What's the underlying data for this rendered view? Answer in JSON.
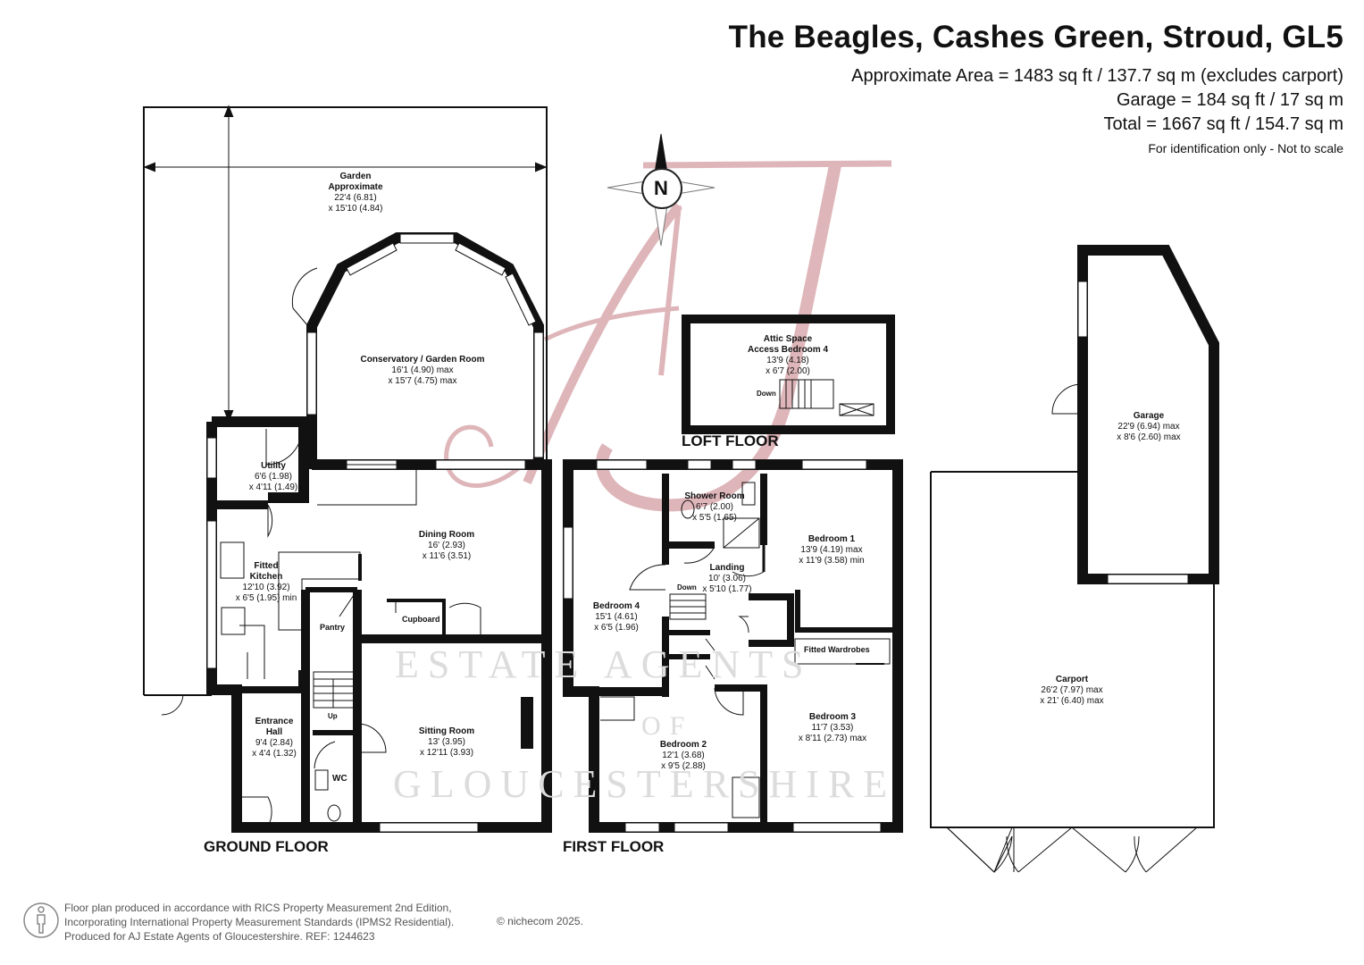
{
  "header": {
    "title": "The Beagles, Cashes Green, Stroud, GL5",
    "area_line": "Approximate Area = 1483 sq ft / 137.7 sq m (excludes carport)",
    "garage_line": "Garage = 184 sq ft / 17 sq m",
    "total_line": "Total = 1667 sq ft / 154.7 sq m",
    "note": "For identification only - Not to scale"
  },
  "compass": {
    "label": "N"
  },
  "watermark": {
    "line1": "ESTATE AGENTS",
    "line2": "OF",
    "line3": "GLOUCESTERSHIRE"
  },
  "colors": {
    "wall": "#0d0d0d",
    "watermark_logo": "#d9a9ad",
    "watermark_text": "#dcdcdc",
    "footer_text": "#555555"
  },
  "floors": {
    "ground": "GROUND FLOOR",
    "first": "FIRST FLOOR",
    "loft": "LOFT FLOOR"
  },
  "rooms": {
    "garden": {
      "name": "Garden",
      "line2": "Approximate",
      "dim1": "22'4 (6.81)",
      "dim2": "x 15'10 (4.84)"
    },
    "conservatory": {
      "name": "Conservatory / Garden Room",
      "dim1": "16'1 (4.90) max",
      "dim2": "x 15'7 (4.75) max"
    },
    "utility": {
      "name": "Utility",
      "dim1": "6'6 (1.98)",
      "dim2": "x 4'11 (1.49)"
    },
    "kitchen": {
      "name": "Fitted",
      "line2": "Kitchen",
      "dim1": "12'10 (3.92)",
      "dim2": "x 6'5 (1.95) min"
    },
    "dining": {
      "name": "Dining Room",
      "dim1": "16' (2.93)",
      "dim2": "x 11'6 (3.51)"
    },
    "sitting": {
      "name": "Sitting Room",
      "dim1": "13' (3.95)",
      "dim2": "x 12'11 (3.93)"
    },
    "entrance": {
      "name": "Entrance",
      "line2": "Hall",
      "dim1": "9'4 (2.84)",
      "dim2": "x 4'4 (1.32)"
    },
    "pantry": {
      "name": "Pantry"
    },
    "cupboard": {
      "name": "Cupboard"
    },
    "wc": {
      "name": "WC"
    },
    "up": {
      "name": "Up"
    },
    "down_first": {
      "name": "Down"
    },
    "attic": {
      "name": "Attic Space",
      "line2": "Access Bedroom 4",
      "dim1": "13'9 (4.18)",
      "dim2": "x 6'7 (2.00)"
    },
    "down_loft": {
      "name": "Down"
    },
    "shower": {
      "name": "Shower Room",
      "dim1": "6'7 (2.00)",
      "dim2": "x 5'5 (1.65)"
    },
    "landing": {
      "name": "Landing",
      "dim1": "10' (3.06)",
      "dim2": "x 5'10 (1.77)"
    },
    "bedroom1": {
      "name": "Bedroom 1",
      "dim1": "13'9 (4.19) max",
      "dim2": "x 11'9 (3.58) min"
    },
    "bedroom2": {
      "name": "Bedroom 2",
      "dim1": "12'1 (3.68)",
      "dim2": "x 9'5 (2.88)"
    },
    "bedroom3": {
      "name": "Bedroom 3",
      "dim1": "11'7 (3.53)",
      "dim2": "x 8'11 (2.73) max"
    },
    "bedroom4": {
      "name": "Bedroom 4",
      "dim1": "15'1 (4.61)",
      "dim2": "x 6'5 (1.96)"
    },
    "wardrobes": {
      "name": "Fitted Wardrobes"
    },
    "garage": {
      "name": "Garage",
      "dim1": "22'9 (6.94) max",
      "dim2": "x 8'6 (2.60) max"
    },
    "carport": {
      "name": "Carport",
      "dim1": "26'2 (7.97) max",
      "dim2": "x 21' (6.40) max"
    }
  },
  "footer": {
    "line1": "Floor plan produced in accordance with RICS Property Measurement 2nd Edition,",
    "line2": "Incorporating International Property Measurement Standards (IPMS2 Residential).",
    "line3": "Produced for AJ Estate Agents of Gloucestershire.   REF:  1244623",
    "copyright": "© nichecom 2025."
  }
}
